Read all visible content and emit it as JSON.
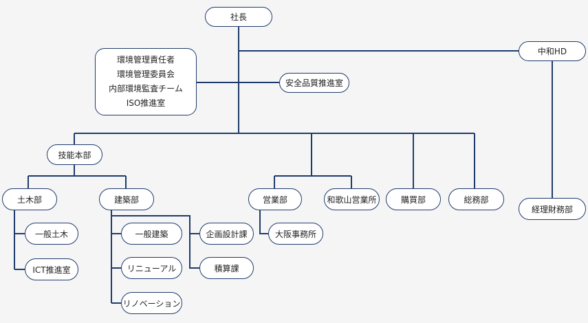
{
  "org": {
    "president": "社長",
    "holding": "中和HD",
    "accounting": "経理財務部",
    "committees": [
      "環境管理責任者",
      "環境管理委員会",
      "内部環境監査チーム",
      "ISO推進室"
    ],
    "safety": "安全品質推進室",
    "technical": "技能本部",
    "civil": "土木部",
    "civil_general": "一般土木",
    "ict": "ICT推進室",
    "building": "建築部",
    "building_general": "一般建築",
    "renewal": "リニューアル",
    "renovation": "リノベーション",
    "planning": "企画設計課",
    "estimation": "積算課",
    "sales": "営業部",
    "osaka": "大阪事務所",
    "wakayama": "和歌山営業所",
    "purchasing": "購買部",
    "general_affairs": "総務部"
  },
  "colors": {
    "line": "#1e3a6b",
    "node_border": "#1e3a6b",
    "node_fill": "#ffffff",
    "background": "#f5f5f5"
  }
}
